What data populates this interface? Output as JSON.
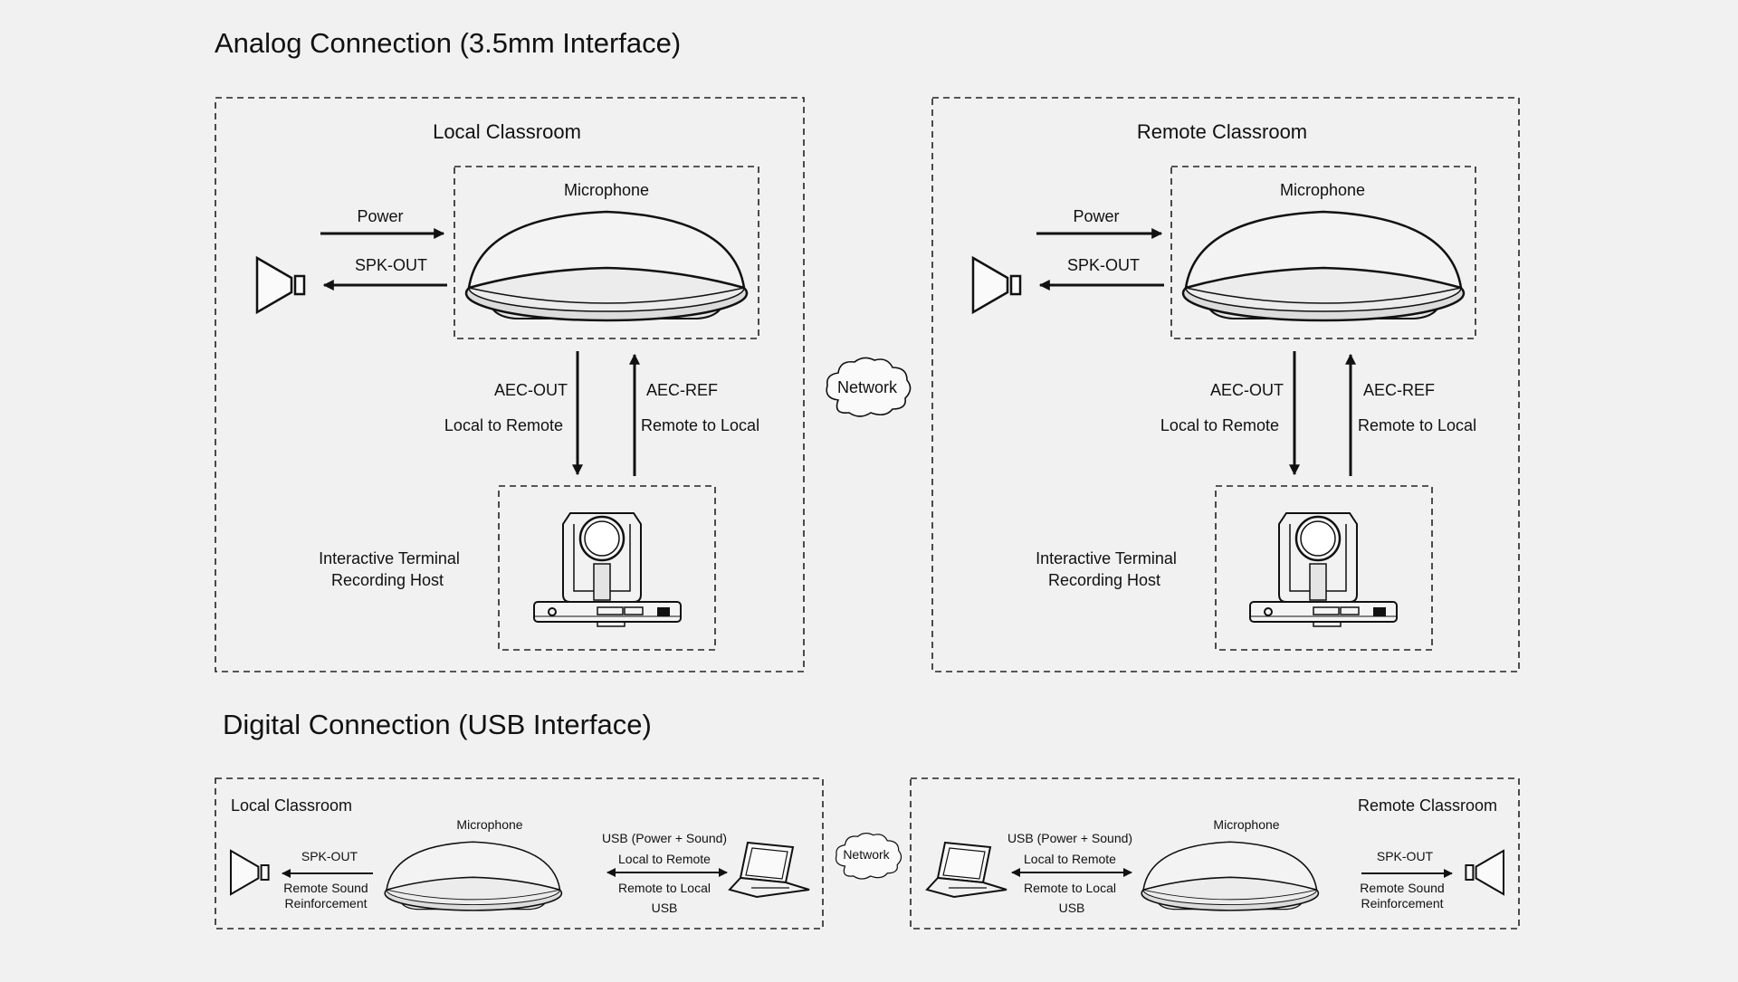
{
  "analog": {
    "title": "Analog Connection (3.5mm Interface)",
    "local": {
      "title": "Local Classroom",
      "microphone": "Microphone",
      "power": "Power",
      "spk_out": "SPK-OUT",
      "aec_out": "AEC-OUT",
      "aec_out_sub": "Local to Remote",
      "aec_ref": "AEC-REF",
      "aec_ref_sub": "Remote to Local",
      "host_line1": "Interactive Terminal",
      "host_line2": "Recording Host"
    },
    "network": "Network",
    "remote": {
      "title": "Remote Classroom",
      "microphone": "Microphone",
      "power": "Power",
      "spk_out": "SPK-OUT",
      "aec_out": "AEC-OUT",
      "aec_out_sub": "Local to Remote",
      "aec_ref": "AEC-REF",
      "aec_ref_sub": "Remote to Local",
      "host_line1": "Interactive Terminal",
      "host_line2": "Recording Host"
    }
  },
  "digital": {
    "title": "Digital Connection (USB Interface)",
    "local": {
      "title": "Local Classroom",
      "microphone": "Microphone",
      "spk_out": "SPK-OUT",
      "reinf_line1": "Remote Sound",
      "reinf_line2": "Reinforcement",
      "usb_power": "USB (Power + Sound)",
      "l2r": "Local to Remote",
      "r2l": "Remote to Local",
      "usb": "USB"
    },
    "network": "Network",
    "remote": {
      "title": "Remote Classroom",
      "microphone": "Microphone",
      "spk_out": "SPK-OUT",
      "reinf_line1": "Remote Sound",
      "reinf_line2": "Reinforcement",
      "usb_power": "USB (Power + Sound)",
      "l2r": "Local to Remote",
      "r2l": "Remote to Local",
      "usb": "USB"
    }
  }
}
